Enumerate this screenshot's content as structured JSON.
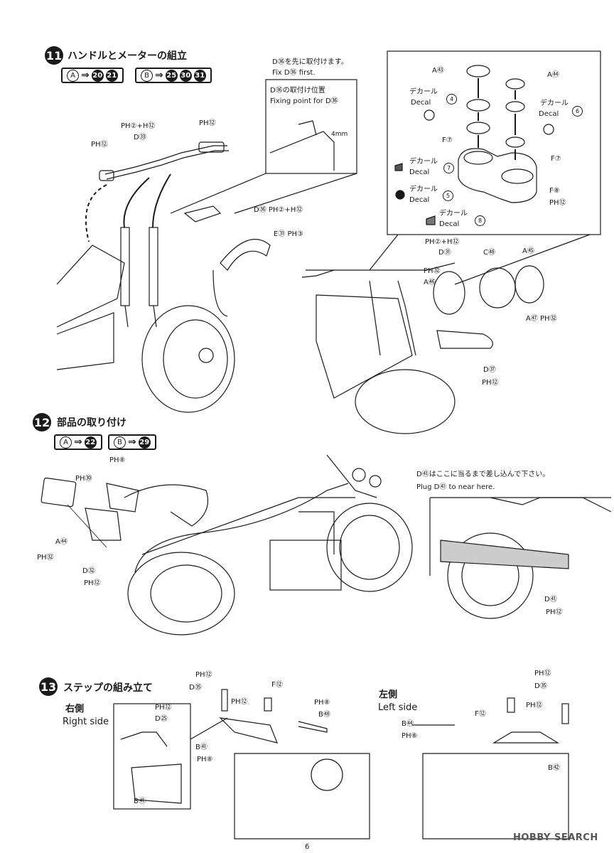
{
  "step11": {
    "number": "11",
    "title": "ハンドルとメーターの組立",
    "variant_a": {
      "letter": "A",
      "parts": [
        "20",
        "21"
      ]
    },
    "variant_b": {
      "letter": "B",
      "parts": [
        "25",
        "30",
        "31"
      ]
    },
    "note_jp": "D㊱を先に取付けます。",
    "note_en": "Fix D㊱ first.",
    "inset_title_jp": "D㊱の取付け位置",
    "inset_title_en": "Fixing point for D㊱",
    "inset_dim": "4mm",
    "labels": [
      "PH⑫",
      "PH②+H⑫",
      "D㉝",
      "PH⑫",
      "D㊱ PH②+H⑫",
      "E㉛ PH③"
    ],
    "meter_labels": {
      "a88": "A㊸",
      "a89": "A㊹",
      "decal4_jp": "デカール",
      "decal4_en": "Decal",
      "decal4_num": "4",
      "decal6_jp": "デカール",
      "decal6_en": "Decal",
      "decal6_num": "6",
      "f7a": "F⑦",
      "f7b": "F⑦",
      "decal7_jp": "デカール",
      "decal7_en": "Decal",
      "decal7_num": "7",
      "decal5_jp": "デカール",
      "decal5_en": "Decal",
      "decal5_num": "5",
      "f8": "F⑧",
      "ph12": "PH⑫",
      "decal8_jp": "デカール",
      "decal8_en": "Decal",
      "decal8_num": "8"
    },
    "headlight_labels": {
      "ph2h12": "PH②+H⑫",
      "d31": "D㉛",
      "c78": "C㊽",
      "a85": "A㊺",
      "ph92": "PH㉜",
      "a86": "A㊻",
      "a87ph92": "A㊼ PH㉜",
      "d37": "D㊲",
      "ph12": "PH⑫"
    }
  },
  "step12": {
    "number": "12",
    "title": "部品の取り付け",
    "variant_a": {
      "letter": "A",
      "parts": [
        "22"
      ]
    },
    "variant_b": {
      "letter": "B",
      "parts": [
        "29"
      ]
    },
    "note_jp": "D㊶はここに当るまで差し込んで下さい。",
    "note_en": "Plug D㊶ to near here.",
    "labels": {
      "ph8": "PH⑧",
      "ph90": "PH㉚",
      "a84": "A㊹",
      "ph92": "PH㉜",
      "d32": "D㉜",
      "ph12": "PH⑫",
      "d41": "D㊶",
      "ph12b": "PH⑫"
    }
  },
  "step13": {
    "number": "13",
    "title": "ステップの組み立て",
    "right_jp": "右側",
    "right_en": "Right side",
    "left_jp": "左側",
    "left_en": "Left side",
    "right_labels": {
      "ph12": "PH⑫",
      "d35": "D㉟",
      "ph12b": "PH⑫",
      "f12": "F⑫",
      "ph8": "PH⑧",
      "b58": "B㊽",
      "b61": "B㊶",
      "ph8b": "PH⑧"
    },
    "inset_labels": {
      "ph12": "PH⑫",
      "d25": "D㉕",
      "b61": "B㊶"
    },
    "left_labels": {
      "ph12": "PH⑫",
      "d35": "D㉟",
      "f12": "F⑫",
      "ph12b": "PH⑫",
      "b54": "B㊹",
      "ph8": "PH⑧",
      "b62": "B㊷"
    }
  },
  "footer": {
    "page_number": "6",
    "watermark": "HOBBY SEARCH"
  }
}
